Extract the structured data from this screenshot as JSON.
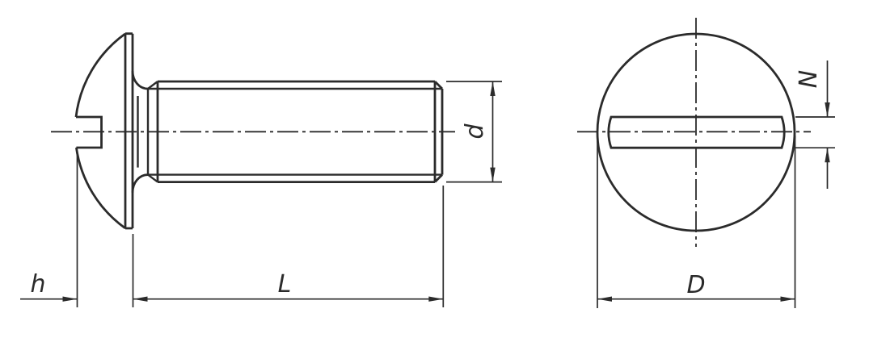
{
  "colors": {
    "line": "#2b2b2b",
    "background": "#ffffff"
  },
  "labels": {
    "head_height": "h",
    "screw_length": "L",
    "thread_diameter": "d",
    "head_diameter": "D",
    "slot_width": "N"
  }
}
